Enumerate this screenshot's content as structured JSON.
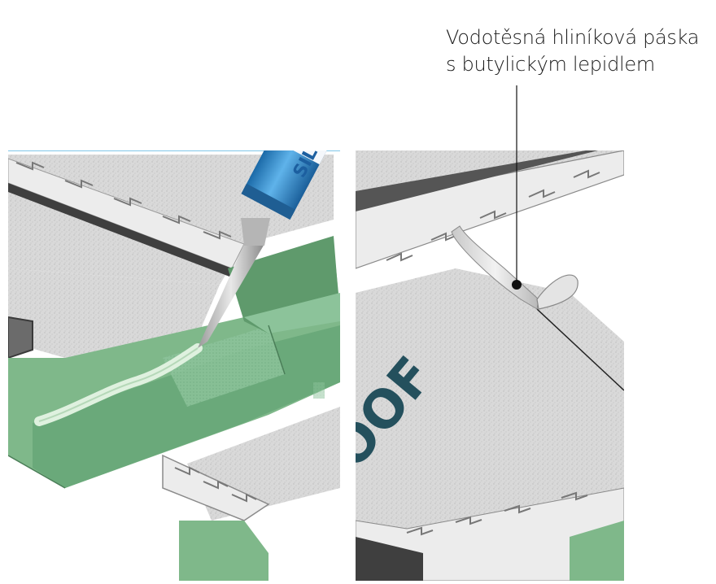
{
  "callout": {
    "line1": "Vodotěsná hliníková páska",
    "line2": "s butylickým lepidlem"
  },
  "tube_label": "SILIKON",
  "board_brand_fragment": "ROOF",
  "colors": {
    "insulation_green": "#7fb88a",
    "insulation_green_dark": "#5f9a6c",
    "foil_grey": "#d7d7d7",
    "steel_dark": "#555555",
    "tube_blue": "#2c86c8",
    "sealant": "#e6f3e6",
    "brand_text": "#24505d",
    "frame_line": "#7fc6e8"
  }
}
